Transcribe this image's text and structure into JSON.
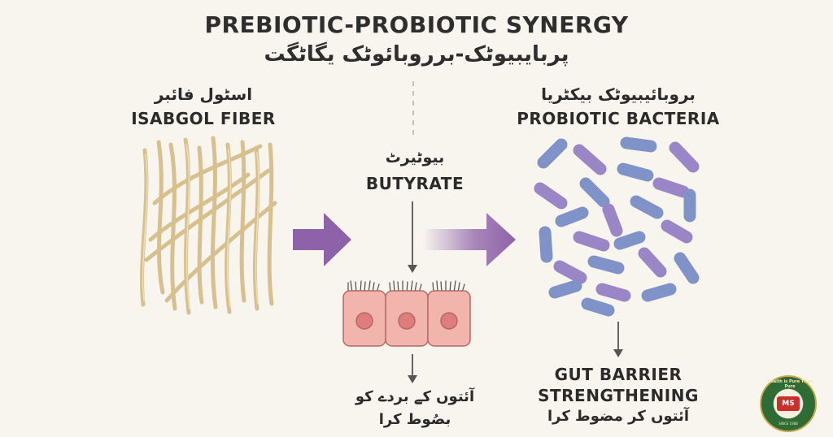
{
  "title": "PREBIOTIC-PROBIOTIC SYNERGY",
  "title_urdu": "پربایبیوٹک-برروبائوٹک یگاٹگت",
  "fiber": {
    "label_urdu": "اسٹول فائبر",
    "label": "ISABGOL FIBER"
  },
  "butyrate": {
    "label_urdu": "بیوٹیرٹ",
    "label": "BUTYRATE",
    "caption_urdu_line1": "آئتوں کے بردے کو",
    "caption_urdu_line2": "بصُوط کرا"
  },
  "bacteria": {
    "label_urdu": "بروبائیبیوٹک بیکٹریا",
    "label": "PROBIOTIC BACTERIA"
  },
  "barrier": {
    "label_line1": "GUT BARRIER",
    "label_line2": "STRENGTHENING",
    "label_urdu": "آئتوں کر مضوط کرا"
  },
  "logo": {
    "ring_text": "Health is Pure Than Pure",
    "initials": "MS",
    "since": "SINCE 1988"
  },
  "colors": {
    "background": "#f8f5ef",
    "fiber": "#d8c08e",
    "arrow": "#8e62a8",
    "cell_fill": "#f2b5ad",
    "cell_nucleus": "#df7c7c",
    "bacteria_blue": "#8093c8",
    "bacteria_purple": "#9a86c6"
  }
}
